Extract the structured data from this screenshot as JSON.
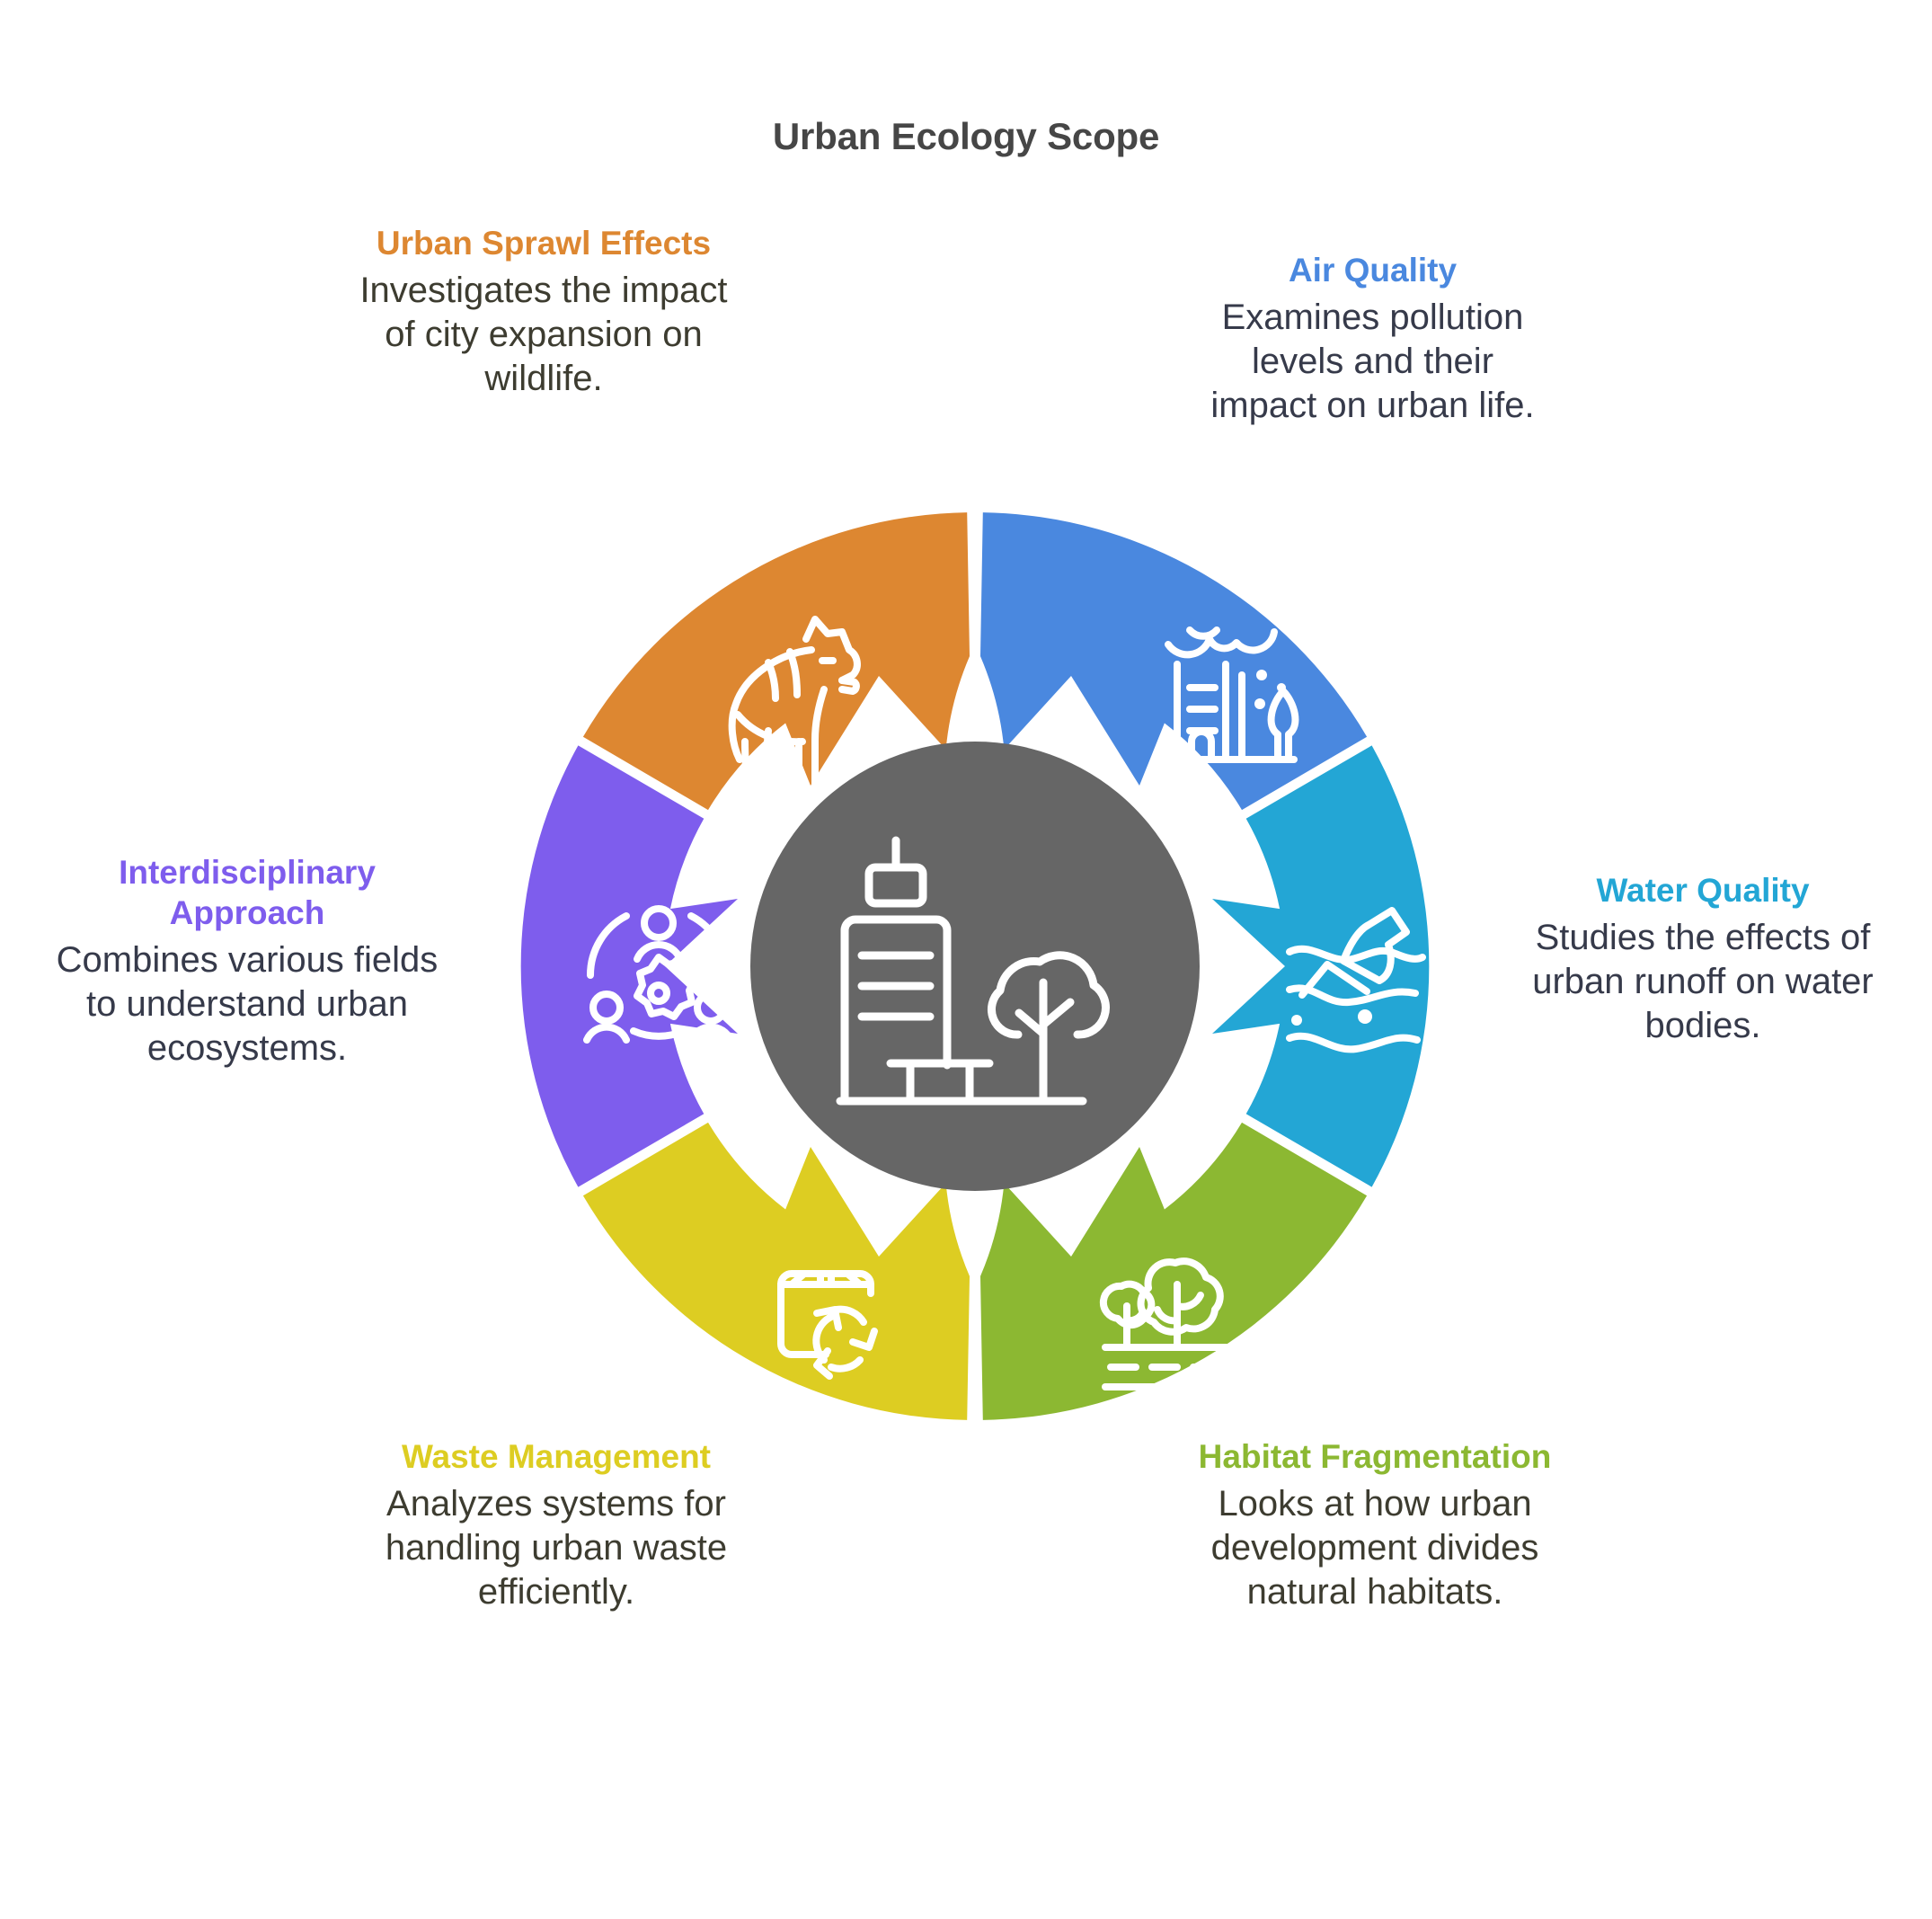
{
  "title": "Urban Ecology Scope",
  "center": {
    "icon": "city-building-tree-bench-icon",
    "fill": "#666666"
  },
  "palette": {
    "air": "#4a88df",
    "water": "#23a6d5",
    "habitat": "#8cb832",
    "waste": "#ddcd22",
    "interdisciplinary": "#7e5ded",
    "sprawl": "#dd8731",
    "center_gray": "#666666",
    "title_gray": "#464646",
    "body_text": "#3b3b32",
    "body_text_cool": "#363a4a"
  },
  "segments": [
    {
      "key": "air",
      "heading": "Air Quality",
      "body": "Examines pollution levels and their impact on urban life.",
      "color": "#4a88df",
      "icon": "smog-buildings-icon",
      "heading_color": "#4a88df"
    },
    {
      "key": "water",
      "heading": "Water Quality",
      "body": "Studies the effects of urban runoff on water bodies.",
      "color": "#23a6d5",
      "icon": "polluted-water-waves-icon",
      "heading_color": "#23a6d5"
    },
    {
      "key": "habitat",
      "heading": "Habitat Fragmentation",
      "body": "Looks at how urban development divides natural habitats.",
      "color": "#8cb832",
      "icon": "trees-over-road-icon",
      "heading_color": "#8cb832"
    },
    {
      "key": "waste",
      "heading": "Waste Management",
      "body": "Analyzes systems for handling urban waste efficiently.",
      "color": "#ddcd22",
      "icon": "box-recycle-icon",
      "heading_color": "#ddcd22"
    },
    {
      "key": "interdisciplinary",
      "heading": "Interdisciplinary Approach",
      "body": "Combines various fields to understand urban ecosystems.",
      "color": "#7e5ded",
      "icon": "people-gear-network-icon",
      "heading_color": "#7e5ded"
    },
    {
      "key": "sprawl",
      "heading": "Urban Sprawl Effects",
      "body": "Investigates the impact of city expansion on wildlife.",
      "color": "#dd8731",
      "icon": "wild-animal-fox-icon",
      "heading_color": "#dd8731"
    }
  ],
  "chart_data": {
    "type": "pie",
    "title": "Urban Ecology Scope",
    "categories": [
      "Air Quality",
      "Water Quality",
      "Habitat Fragmentation",
      "Waste Management",
      "Interdisciplinary Approach",
      "Urban Sprawl Effects"
    ],
    "values": [
      60,
      60,
      60,
      60,
      60,
      60
    ],
    "units": "degrees",
    "colors": [
      "#4a88df",
      "#23a6d5",
      "#8cb832",
      "#ddcd22",
      "#7e5ded",
      "#dd8731"
    ],
    "legend": "none",
    "grid": false,
    "note": "Six equal donut segments, each 60 degrees, with inward arrow notches pointing to a gray hub."
  }
}
